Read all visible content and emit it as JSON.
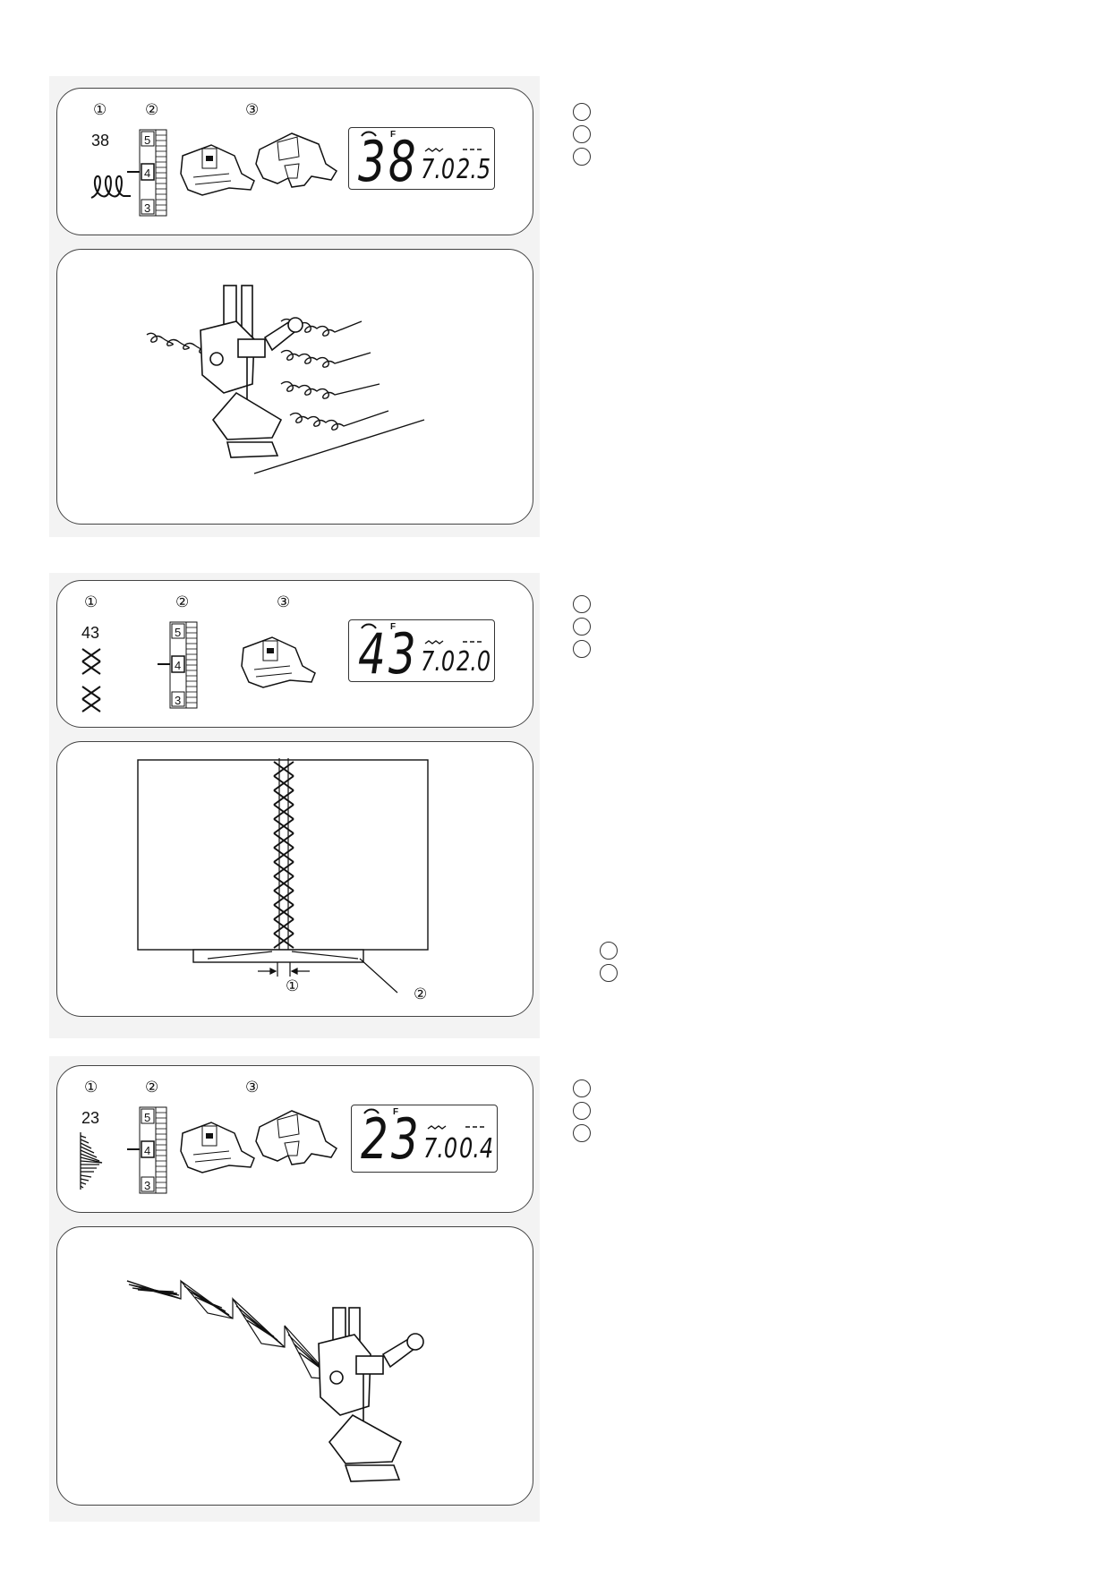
{
  "sections": [
    {
      "callouts": [
        "①",
        "②",
        "③"
      ],
      "pattern_number": "38",
      "dial": [
        "5",
        "4",
        "3"
      ],
      "lcd": {
        "pattern": "38",
        "width": "7.0",
        "length": "2.5",
        "mode": "F"
      },
      "figure_callouts": []
    },
    {
      "callouts": [
        "①",
        "②",
        "③"
      ],
      "pattern_number": "43",
      "dial": [
        "5",
        "4",
        "3"
      ],
      "lcd": {
        "pattern": "43",
        "width": "7.0",
        "length": "2.0",
        "mode": "F"
      },
      "figure_callouts": [
        "①",
        "②"
      ]
    },
    {
      "callouts": [
        "①",
        "②",
        "③"
      ],
      "pattern_number": "23",
      "dial": [
        "5",
        "4",
        "3"
      ],
      "lcd": {
        "pattern": "23",
        "width": "7.0",
        "length": "0.4",
        "mode": "F"
      },
      "figure_callouts": []
    }
  ]
}
